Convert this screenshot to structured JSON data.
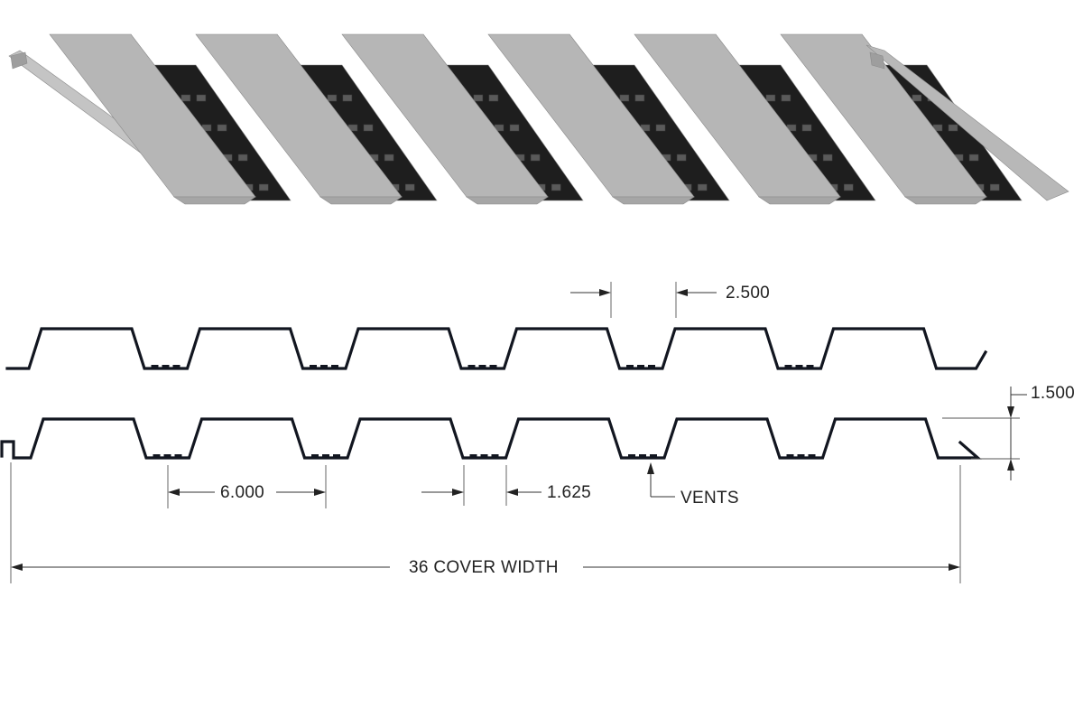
{
  "figure": {
    "labels": {
      "rib_top_gap": "2.500",
      "rib_height": "1.500",
      "rib_spacing": "6.000",
      "valley_width": "1.625",
      "vents": "VENTS",
      "cover_width": "36 COVER WIDTH"
    },
    "colors": {
      "panel_top": "#b6b6b6",
      "panel_side": "#9a9a9a",
      "panel_dark": "#1e1e1e",
      "profile_line": "#121620"
    }
  }
}
